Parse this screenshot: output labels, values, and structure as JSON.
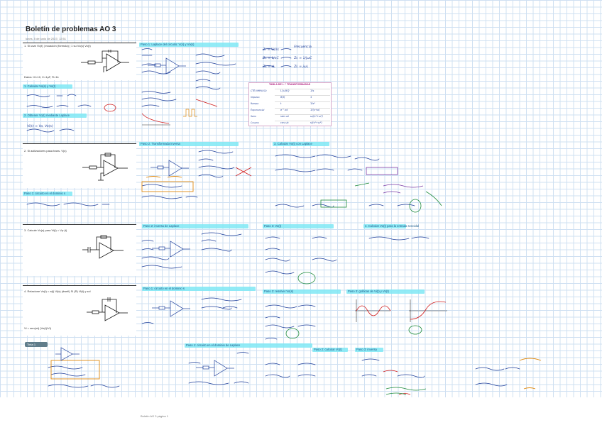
{
  "header": {
    "title": "Boletín de problemas AO 3",
    "date": "lunes, 5 de junio de 2023",
    "time": "12:51"
  },
  "problems": [
    {
      "id": "p1",
      "statement": "1. Si usar Vo(t) | ecuación (fórmula) | 1 su Vo(s) Vo(t)"
    },
    {
      "id": "p2",
      "statement": "2. Si acilizadores pasa trans. V(s)"
    },
    {
      "id": "p3",
      "statement": "3. Calcule Vo(s) para Vi(t) = Vp·(t)"
    },
    {
      "id": "p4",
      "statement": "4. Relacione Vo(t) = a(t) Vi(s) (dwell) Si (R) Vi(t) y sol"
    }
  ],
  "annotations": {
    "p1_given": "Datos: Vi=10, C=1μF, R=1k",
    "p2_foot": "Vi(t) = Vo, Vo(s)",
    "p4_foot": "Vi = sen(wt) (Vo(t)/Vi)"
  },
  "section_labels": [
    "1. Calcular Vo(s) y Vo(t)",
    "2. Obtener Vo(t) mediante Laplace",
    "Paso 1: Laplace del circuito: V(s) y Vo(s)",
    "Paso 2: Transformada inversa",
    "3. Calcular Vo(t) con Laplace",
    "Paso 1: circuito en el dominio s",
    "Paso 2: inversa de Laplace",
    "Paso 3: Vo(t)",
    "4. Calcular Vo(t) para la entrada senoidal",
    "Paso 1: circuito en el dominio s",
    "Paso 2: resolver Vo(s)",
    "Paso 3: gráficas de Vi(t) y Vo(t)",
    "Paso 1: circuito en el dominio de Laplace",
    "Paso 2: calcular Vo(t)",
    "Paso 3: inversa"
  ],
  "table": {
    "title": "TABLA DE L⁻¹ TRANSFORMADAS",
    "rows": [
      [
        "CTE/ IMPULSO",
        "L{u(t)}",
        "1/s"
      ],
      [
        "Impulso",
        "δ(t)",
        "1"
      ],
      [
        "Rampa",
        "t",
        "1/s²"
      ],
      [
        "Exponencial",
        "e^-at",
        "1/(s+a)"
      ],
      [
        "Seno",
        "sen ωt",
        "ω/(s²+ω²)"
      ],
      [
        "Coseno",
        "cos ωt",
        "s/(s²+ω²)"
      ]
    ],
    "impedances": [
      "Zr = Vs/Is",
      "Zc = 1/sC",
      "ZL = sL",
      "Frecuencia",
      "Zc = 1/jωC",
      "ZL = jωL"
    ]
  },
  "bottom_tag": {
    "label": "Tinta 1"
  },
  "footer": {
    "page": "Boletín AO 3 página 1"
  },
  "colors": {
    "highlight": "#7fe7f5",
    "ink_blue": "#1f3f9a",
    "ink_red": "#d01c1c",
    "ink_green": "#1c8a3a",
    "grid": "#cfe0f2"
  }
}
